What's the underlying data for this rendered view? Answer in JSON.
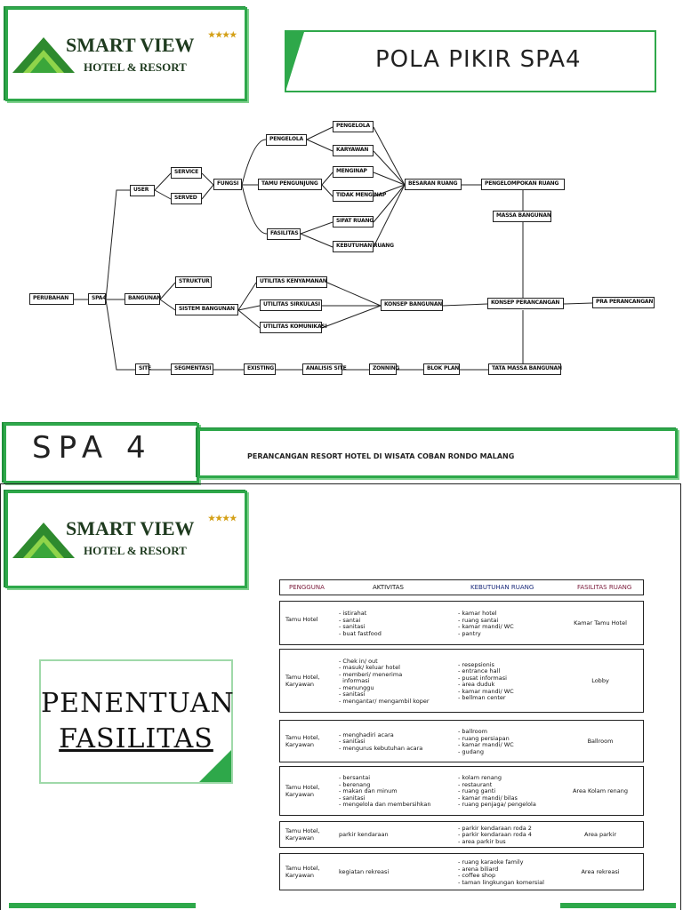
{
  "logo": {
    "name": "SMART VIEW",
    "stars": "★★★★",
    "sub": "HOTEL & RESORT"
  },
  "page1": {
    "title": "POLA PIKIR SPA4",
    "nodes": {
      "perubahan": "PERUBAHAN",
      "spa": "SPA4",
      "user": "USER",
      "service": "SERVICE",
      "served": "SERVED",
      "fungsi": "FUNGSI",
      "pengelola1": "PENGELOLA",
      "tamu": "TAMU PENGUNJUNG",
      "fasilitas": "FASILITAS",
      "pengelola2": "PENGELOLA",
      "karyawan": "KARYAWAN",
      "menginap": "MENGINAP",
      "tidak": "TIDAK MENGINAP",
      "sifat": "SIFAT RUANG",
      "kebutuhan": "KEBUTUHAN RUANG",
      "besaran": "BESARAN RUANG",
      "pengelompokan": "PENGELOMPOKAN RUANG",
      "massa": "MASSA BANGUNAN",
      "bangunan": "BANGUNAN",
      "struktur": "STRUKTUR",
      "sistem": "SISTEM BANGUNAN",
      "utilitas1": "UTILITAS KENYAMANAN",
      "utilitas2": "UTILITAS SIRKULASI",
      "utilitas3": "UTILITAS KOMUNIKASI",
      "konsep_bangunan": "KONSEP BANGUNAN",
      "konsep_perancangan": "KONSEP PERANCANGAN",
      "pra": "PRA PERANCANGAN",
      "site": "SITE",
      "segmentasi": "SEGMENTASI",
      "existing": "EXISTING",
      "analisis": "ANALISIS SITE",
      "zoning": "ZONNING",
      "block": "BLOK PLAN",
      "tata": "TATA MASSA BANGUNAN"
    }
  },
  "banner": {
    "spa": "SPA 4",
    "subtitle": "PERANCANGAN RESORT HOTEL DI WISATA COBAN RONDO MALANG"
  },
  "page2": {
    "side_title_1": "PENENTUAN",
    "side_title_2": "FASILITAS",
    "headers": [
      "PENGGUNA",
      "AKTIVITAS",
      "KEBUTUHAN RUANG",
      "FASILITAS RUANG"
    ],
    "rows": [
      {
        "user": "Tamu Hotel",
        "act": [
          "- istirahat",
          "- santai",
          "- sanitasi",
          "- buat fastfood"
        ],
        "need": [
          "- kamar hotel",
          "- ruang santai",
          "- kamar mandi/ WC",
          "- pantry"
        ],
        "fac": "Kamar Tamu Hotel"
      },
      {
        "user": "Tamu Hotel, Karyawan",
        "act": [
          "- Chek in/ out",
          "- masuk/ keluar hotel",
          "- memberi/ menerima",
          "  informasi",
          "- menunggu",
          "- sanitasi",
          "- mengantar/ mengambil koper"
        ],
        "need": [
          "- resepsionis",
          "- entrance hall",
          "- pusat informasi",
          "- area duduk",
          "- kamar mandi/ WC",
          "- bellman center"
        ],
        "fac": "Lobby"
      },
      {
        "user": "Tamu Hotel, Karyawan",
        "act": [
          "- menghadiri acara",
          "- sanitasi",
          "- mengurus kebutuhan acara"
        ],
        "need": [
          "- ballroom",
          "- ruang persiapan",
          "- kamar mandi/ WC",
          "- gudang"
        ],
        "fac": "Ballroom"
      },
      {
        "user": "Tamu Hotel, Karyawan",
        "act": [
          "- bersantai",
          "- berenang",
          "- makan dan minum",
          "- sanitasi",
          "- mengelola dan membersihkan"
        ],
        "need": [
          "- kolam renang",
          "- restaurant",
          "- ruang ganti",
          "- kamar mandi/ bilas",
          "- ruang penjaga/ pengelola"
        ],
        "fac": "Area Kolam renang"
      },
      {
        "user": "Tamu Hotel, Karyawan",
        "act": [
          "parkir kendaraan"
        ],
        "need": [
          "- parkir kendaraan roda 2",
          "- parkir kendaraan roda 4",
          "- area parkir bus"
        ],
        "fac": "Area parkir"
      },
      {
        "user": "Tamu Hotel, Karyawan",
        "act": [
          "kegiatan rekreasi"
        ],
        "need": [
          "- ruang karaoke family",
          "- arena biliard",
          "- coffee shop",
          "- taman lingkungan komersial"
        ],
        "fac": "Area rekreasi"
      }
    ]
  },
  "colors": {
    "green": "#2ea84a",
    "dark_green": "#1f8f3a",
    "ink": "#222222"
  }
}
